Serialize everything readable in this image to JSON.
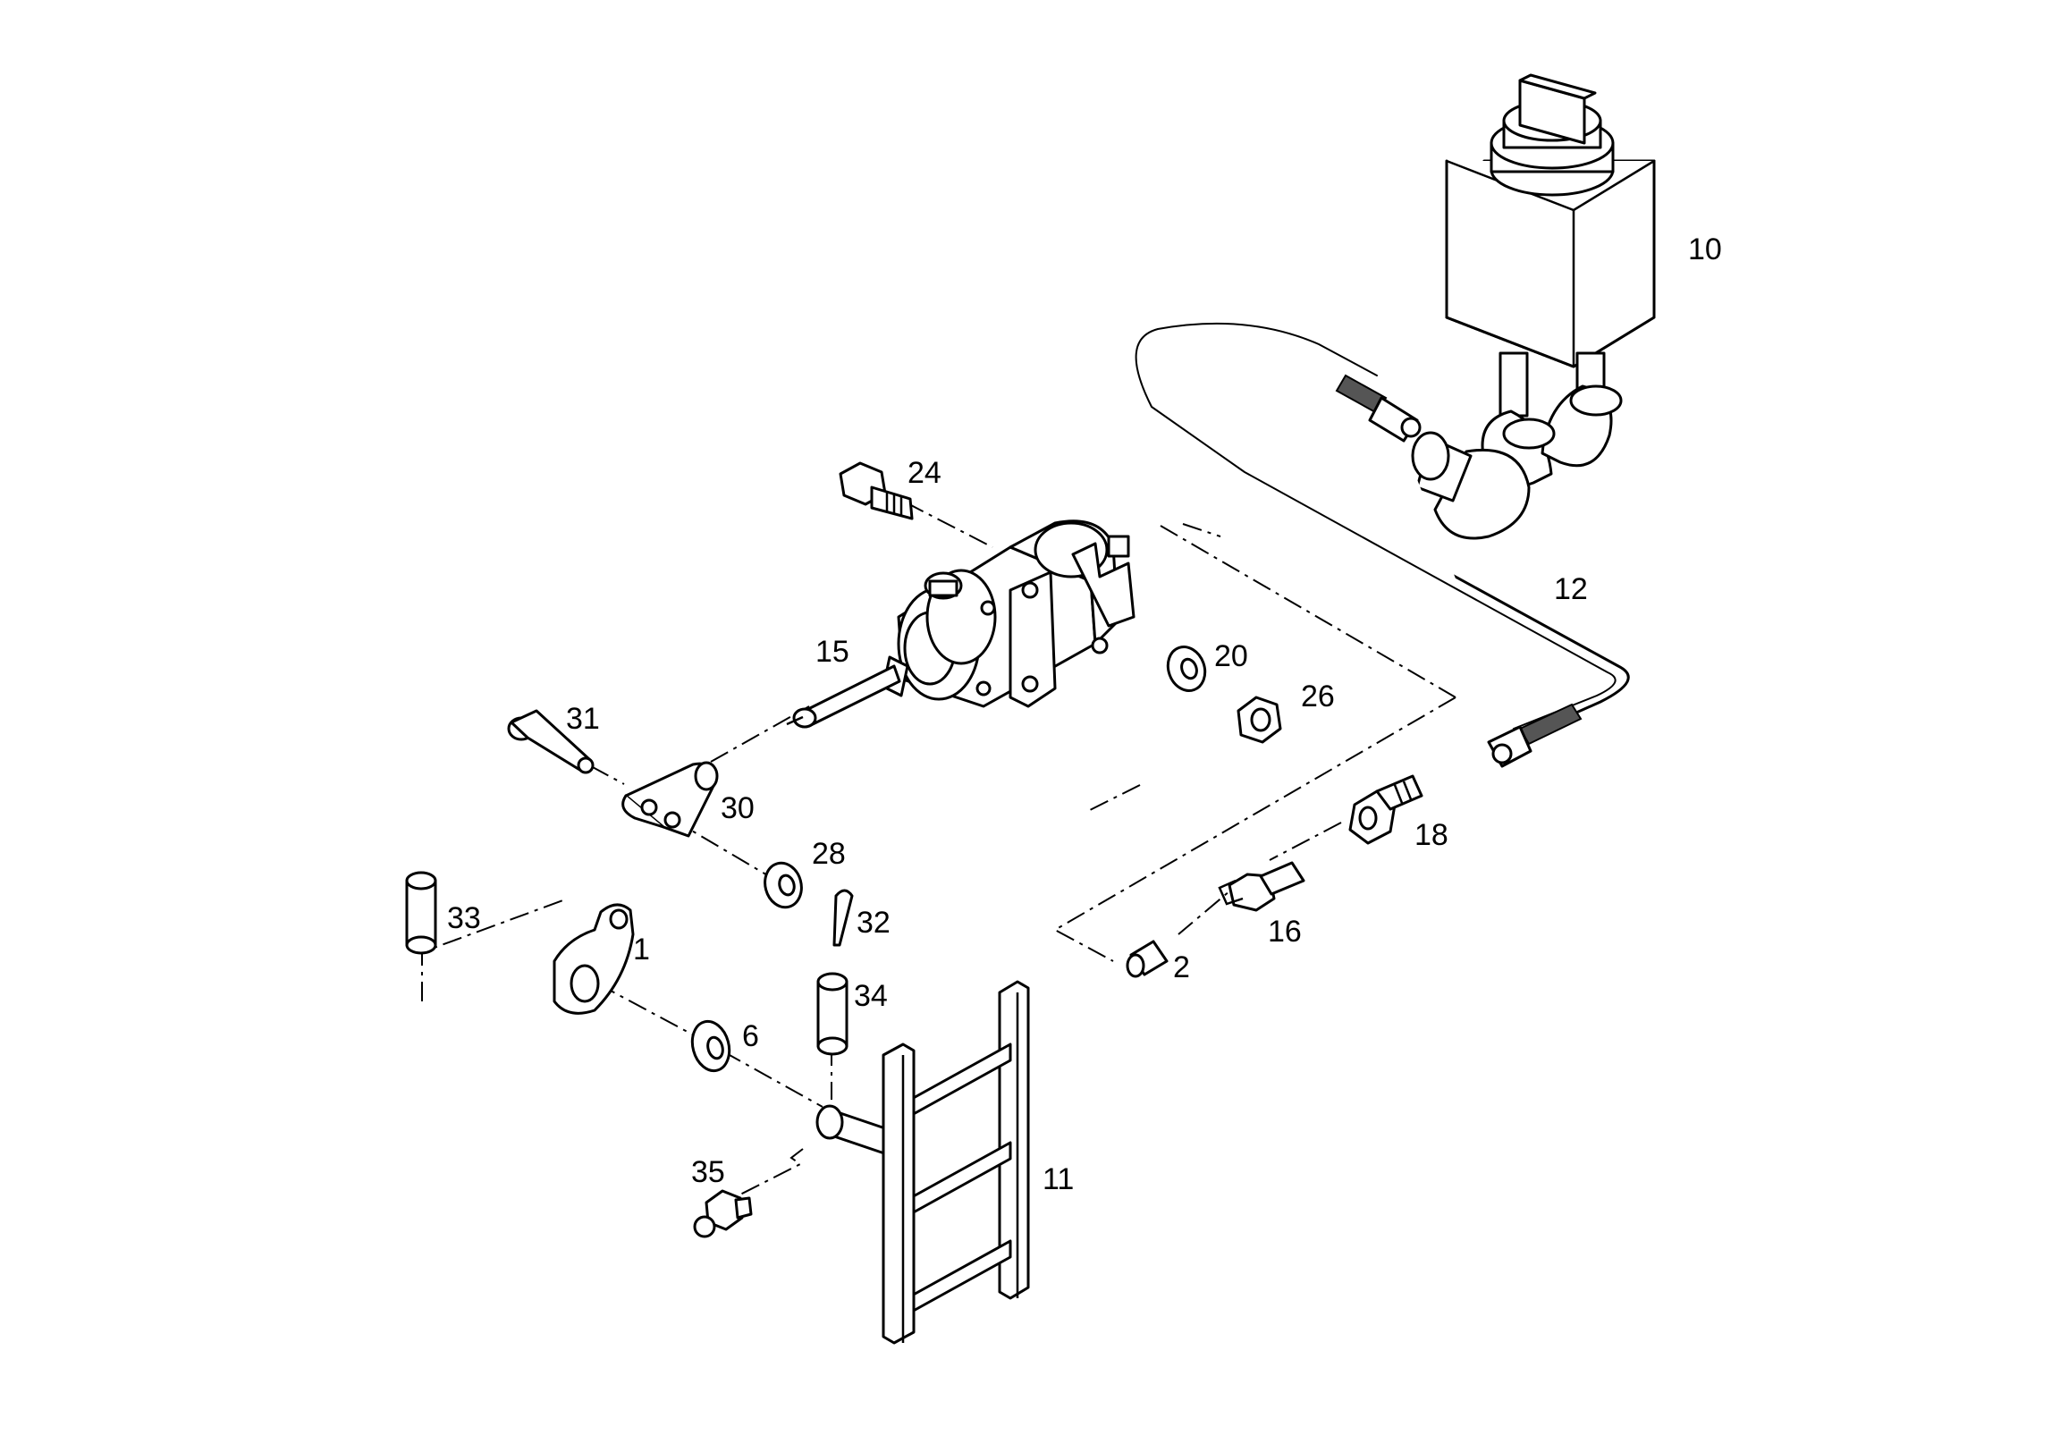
{
  "labels": {
    "p10": "10",
    "p12": "12",
    "p24": "24",
    "p15": "15",
    "p20": "20",
    "p26": "26",
    "p31": "31",
    "p30": "30",
    "p28": "28",
    "p32": "32",
    "p18": "18",
    "p16": "16",
    "p2": "2",
    "p33": "33",
    "p1": "1",
    "p34": "34",
    "p6": "6",
    "p35": "35",
    "p11": "11"
  }
}
